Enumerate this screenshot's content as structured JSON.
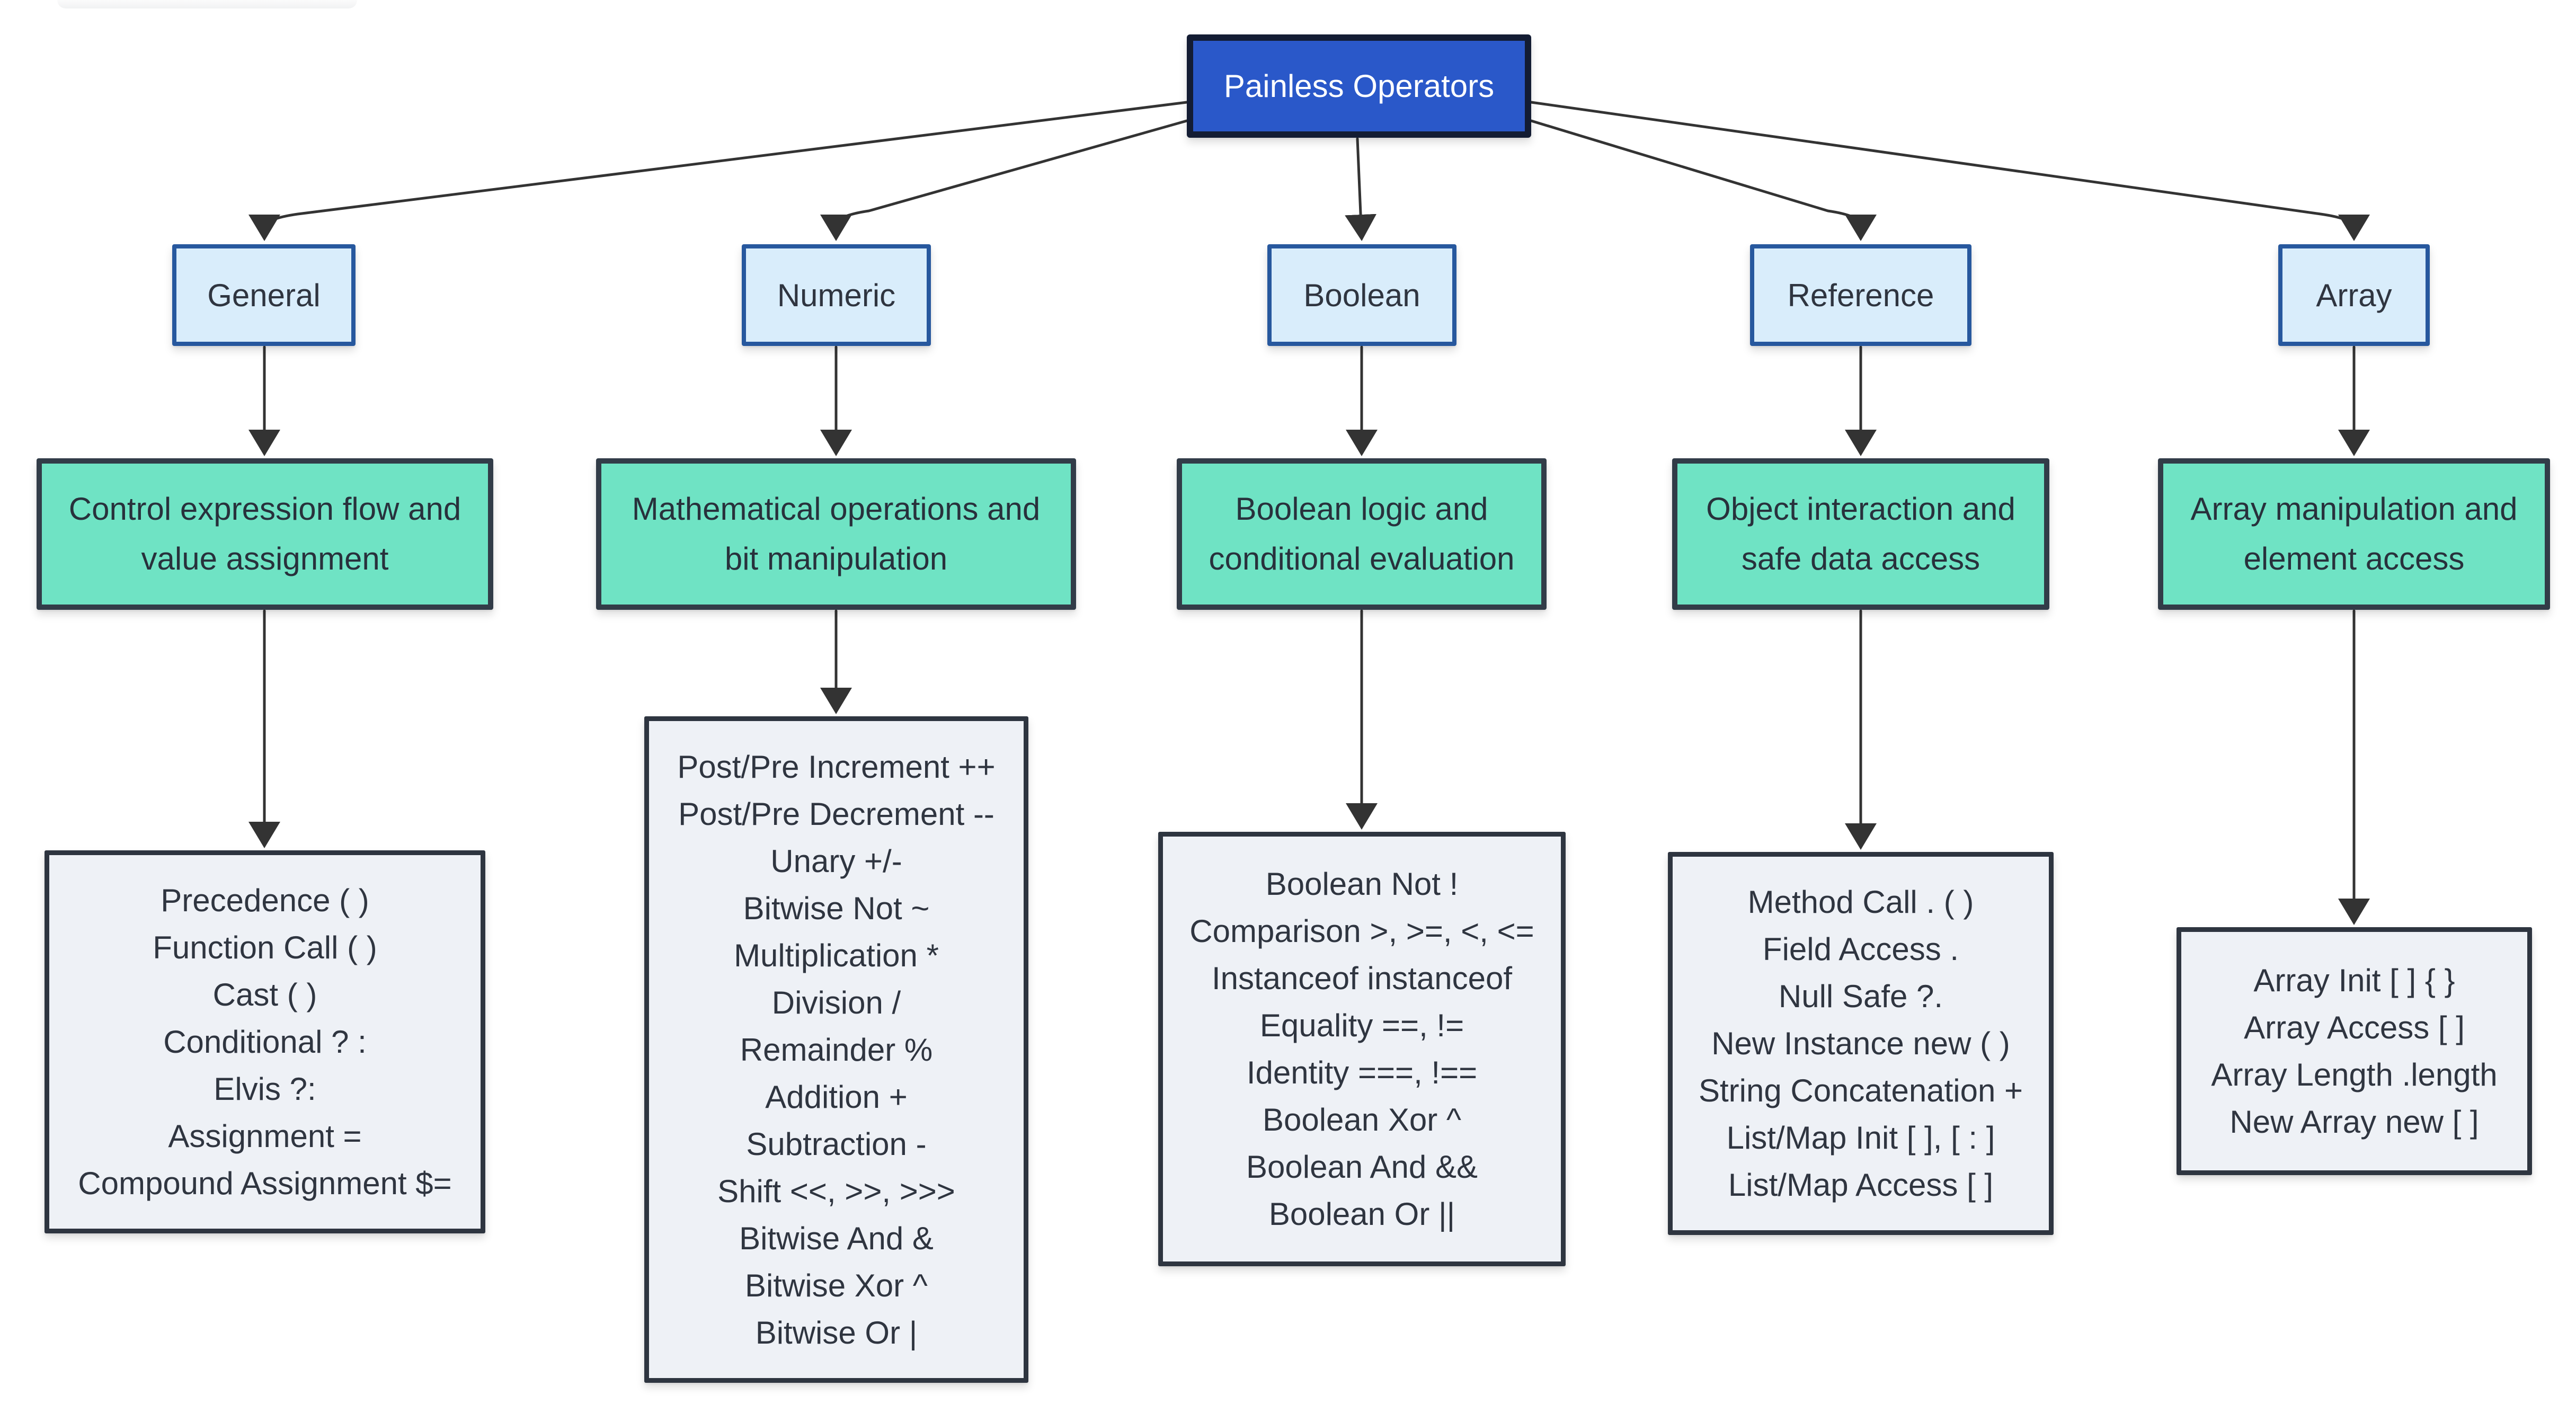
{
  "diagram": {
    "type": "flowchart",
    "root": {
      "label": "Painless Operators"
    },
    "branches": [
      {
        "header": "General",
        "summary_lines": [
          "Control expression flow and",
          "value assignment"
        ],
        "items": [
          "Precedence ( )",
          "Function Call ( )",
          "Cast ( )",
          "Conditional ? :",
          "Elvis ?:",
          "Assignment =",
          "Compound Assignment $="
        ]
      },
      {
        "header": "Numeric",
        "summary_lines": [
          "Mathematical operations and",
          "bit manipulation"
        ],
        "items": [
          "Post/Pre Increment ++",
          "Post/Pre Decrement --",
          "Unary +/-",
          "Bitwise Not ~",
          "Multiplication *",
          "Division /",
          "Remainder %",
          "Addition +",
          "Subtraction -",
          "Shift <<, >>, >>>",
          "Bitwise And &",
          "Bitwise Xor ^",
          "Bitwise Or |"
        ]
      },
      {
        "header": "Boolean",
        "summary_lines": [
          "Boolean logic and",
          "conditional evaluation"
        ],
        "items": [
          "Boolean Not !",
          "Comparison >, >=, <, <=",
          "Instanceof instanceof",
          "Equality ==, !=",
          "Identity ===, !==",
          "Boolean Xor ^",
          "Boolean And &&",
          "Boolean Or ||"
        ]
      },
      {
        "header": "Reference",
        "summary_lines": [
          "Object interaction and",
          "safe data access"
        ],
        "items": [
          "Method Call . ( )",
          "Field Access .",
          "Null Safe ?.",
          "New Instance new ( )",
          "String Concatenation +",
          "List/Map Init [ ], [ : ]",
          "List/Map Access [ ]"
        ]
      },
      {
        "header": "Array",
        "summary_lines": [
          "Array manipulation and",
          "element access"
        ],
        "items": [
          "Array Init [ ] { }",
          "Array Access [ ]",
          "Array Length .length",
          "New Array new [ ]"
        ]
      }
    ]
  },
  "colors": {
    "root-fill": "#2a58c9",
    "root-border": "#131c33",
    "root-text": "#ffffff",
    "header-fill": "#d9edfb",
    "header-border": "#27589e",
    "teal-fill": "#6fe3c4",
    "teal-border": "#323c48",
    "detail-fill": "#eef1f6",
    "detail-border": "#2e3540",
    "edge": "#333333",
    "ink": "#2f3540"
  }
}
